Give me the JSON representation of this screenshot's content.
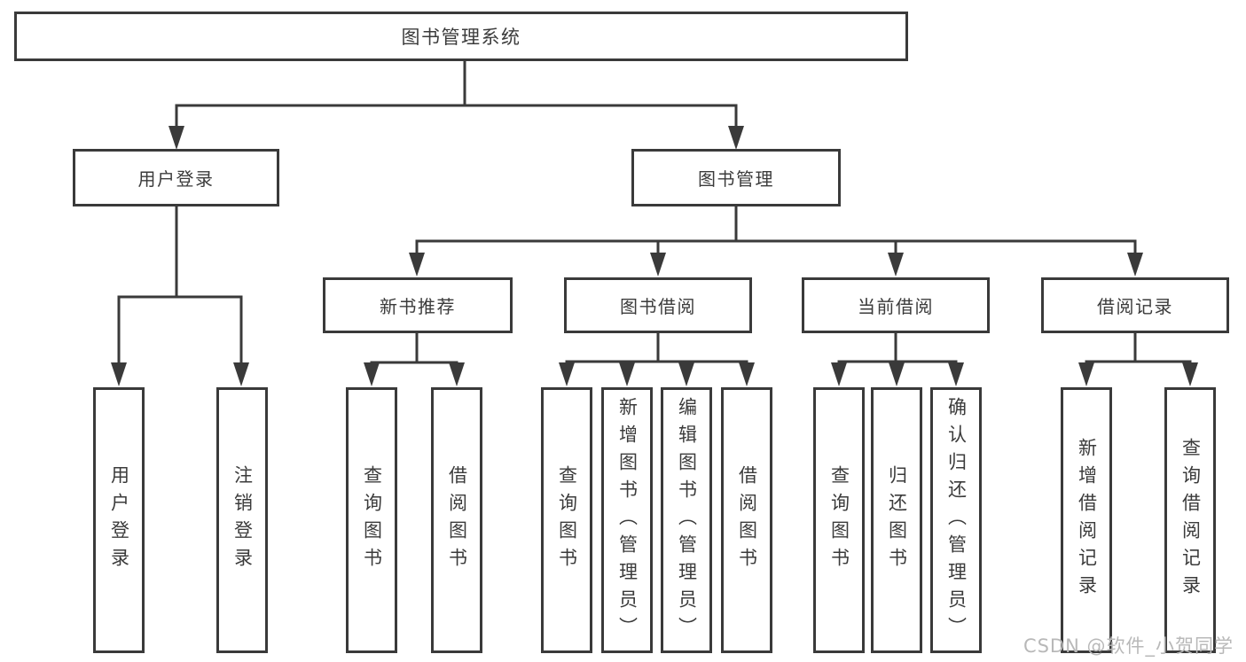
{
  "diagram": {
    "root_label": "图书管理系统",
    "user_login": {
      "label": "用户登录",
      "children": [
        {
          "label": "用户登录"
        },
        {
          "label": "注销登录"
        }
      ]
    },
    "book_management": {
      "label": "图书管理",
      "sections": [
        {
          "label": "新书推荐",
          "children": [
            {
              "label": "查询图书"
            },
            {
              "label": "借阅图书"
            }
          ]
        },
        {
          "label": "图书借阅",
          "children": [
            {
              "label": "查询图书"
            },
            {
              "label": "新增图书（管理员）"
            },
            {
              "label": "编辑图书（管理员）"
            },
            {
              "label": "借阅图书"
            }
          ]
        },
        {
          "label": "当前借阅",
          "children": [
            {
              "label": "查询图书"
            },
            {
              "label": "归还图书"
            },
            {
              "label": "确认归还（管理员）"
            }
          ]
        },
        {
          "label": "借阅记录",
          "children": [
            {
              "label": "新增借阅记录"
            },
            {
              "label": "查询借阅记录"
            }
          ]
        }
      ]
    }
  },
  "watermark": {
    "text": "CSDN @软件_小贺同学"
  },
  "colors": {
    "line": "#3a3a3a",
    "text": "#3b3b3b",
    "box_bg": "#ffffff",
    "watermark": "#b8b8b8"
  }
}
